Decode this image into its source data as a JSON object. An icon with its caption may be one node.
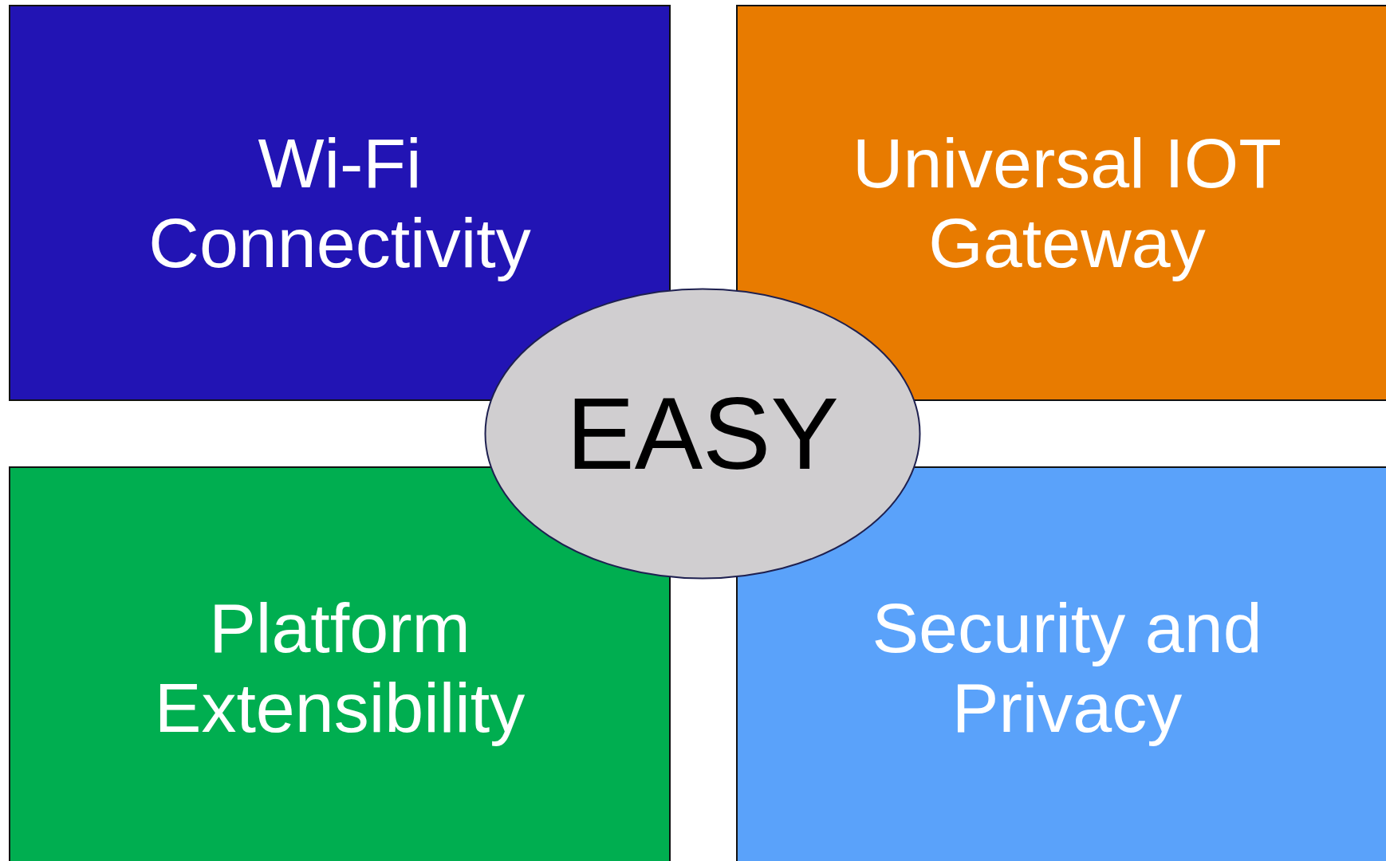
{
  "diagram": {
    "nodes": [
      {
        "text": [
          "Wi-Fi Connectivity"
        ]
      },
      {
        "text": [
          "Universal IOT Gateway"
        ]
      },
      {
        "text": [
          "EASY"
        ]
      },
      {
        "text": [
          "Platform Extensibility"
        ]
      },
      {
        "text": [
          "Security and Privacy"
        ]
      }
    ]
  }
}
